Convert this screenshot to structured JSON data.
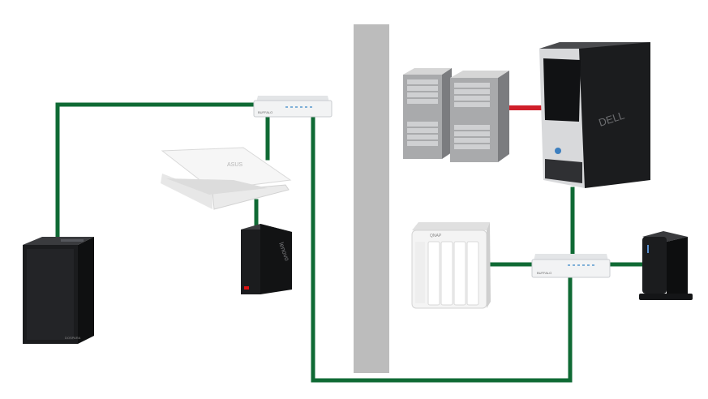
{
  "colors": {
    "background": "#ffffff",
    "ethernet_cable": "#0f6a34",
    "direct_link": "#d01f2a",
    "partition_wall": "#bcbcbc",
    "switch_body": "#f2f3f4",
    "tower_dark": "#1b1c1e",
    "nas_white": "#f4f4f4",
    "laptop_white": "#f6f6f6"
  },
  "devices": {
    "left_tower_pc": {
      "icon": "desktop-tower-icon",
      "brand": "DOSPARA"
    },
    "laptop": {
      "icon": "laptop-icon",
      "brand": "ASUS"
    },
    "mini_pc": {
      "icon": "mini-pc-icon",
      "brand": "lenovo"
    },
    "switch_top": {
      "icon": "network-switch-icon",
      "brand": "BUFFALO"
    },
    "raid_array_a": {
      "icon": "raid-storage-icon"
    },
    "raid_array_b": {
      "icon": "raid-storage-icon"
    },
    "workstation": {
      "icon": "workstation-tower-icon",
      "brand": "DELL"
    },
    "nas": {
      "icon": "nas-icon",
      "brand": "QNAP"
    },
    "switch_bottom": {
      "icon": "network-switch-icon",
      "brand": "BUFFALO"
    },
    "wifi_router": {
      "icon": "wifi-router-icon"
    }
  },
  "partition": {
    "icon": "network-partition-wall"
  }
}
